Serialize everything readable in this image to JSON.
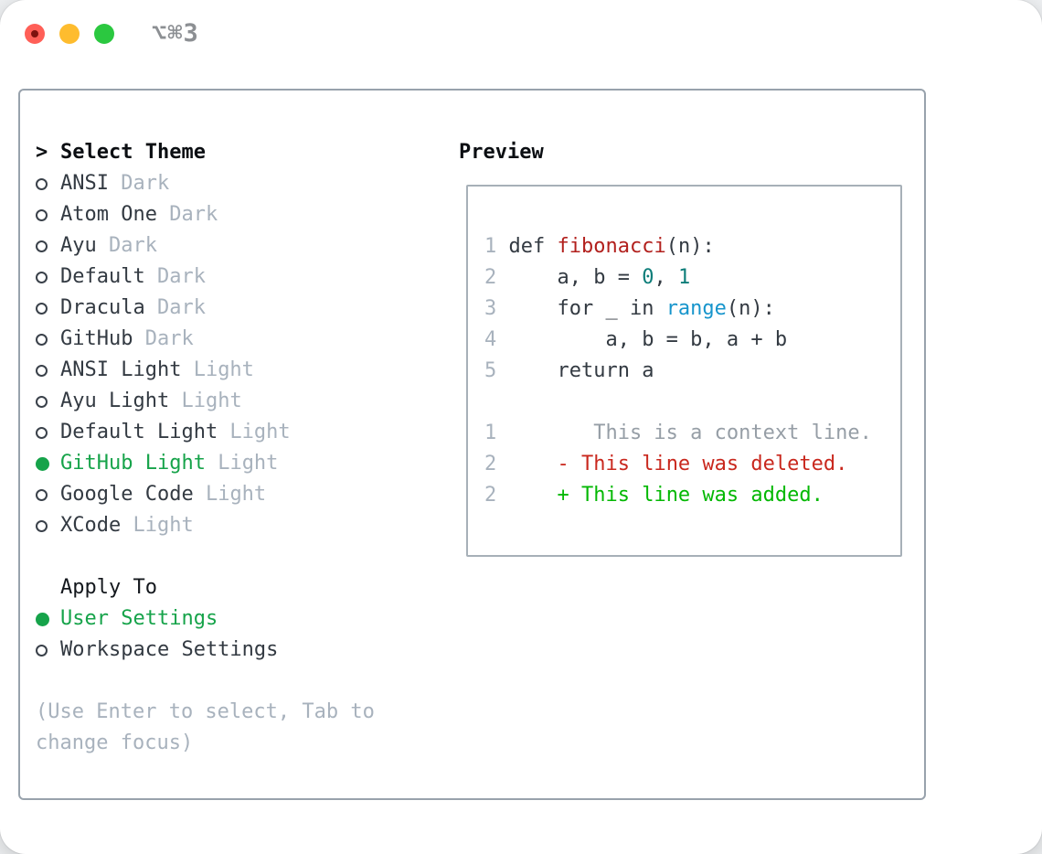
{
  "window": {
    "title": "⌥⌘3"
  },
  "colors": {
    "accent_green": "#16a34a",
    "traffic_red": "#ff5f57",
    "traffic_yellow": "#febc2e",
    "traffic_green": "#2bc840",
    "linenum": "#a8b2bd",
    "code": "#333a42",
    "func": "#b2201d",
    "number": "#0c7d79",
    "builtin": "#1795cc",
    "context": "#969ea6",
    "removed": "#c9281e",
    "added": "#04b804"
  },
  "select_theme": {
    "marker": ">",
    "title": "Select Theme"
  },
  "themes": [
    {
      "name": "ANSI",
      "variant": "Dark",
      "selected": false
    },
    {
      "name": "Atom One",
      "variant": "Dark",
      "selected": false
    },
    {
      "name": "Ayu",
      "variant": "Dark",
      "selected": false
    },
    {
      "name": "Default",
      "variant": "Dark",
      "selected": false
    },
    {
      "name": "Dracula",
      "variant": "Dark",
      "selected": false
    },
    {
      "name": "GitHub",
      "variant": "Dark",
      "selected": false
    },
    {
      "name": "ANSI Light",
      "variant": "Light",
      "selected": false
    },
    {
      "name": "Ayu Light",
      "variant": "Light",
      "selected": false
    },
    {
      "name": "Default Light",
      "variant": "Light",
      "selected": false
    },
    {
      "name": "GitHub Light",
      "variant": "Light",
      "selected": true
    },
    {
      "name": "Google Code",
      "variant": "Light",
      "selected": false
    },
    {
      "name": "XCode",
      "variant": "Light",
      "selected": false
    }
  ],
  "apply_to": {
    "title": "Apply To",
    "options": [
      {
        "label": "User Settings",
        "selected": true
      },
      {
        "label": "Workspace Settings",
        "selected": false
      }
    ]
  },
  "hint": "(Use Enter to select, Tab to change focus)",
  "preview": {
    "title": "Preview",
    "lines": [
      [
        [
          "1 ",
          "linenum"
        ],
        [
          "def ",
          "code"
        ],
        [
          "fibonacci",
          "func"
        ],
        [
          "(n):",
          "code"
        ]
      ],
      [
        [
          "2 ",
          "linenum"
        ],
        [
          "    a, b = ",
          "code"
        ],
        [
          "0",
          "number"
        ],
        [
          ", ",
          "code"
        ],
        [
          "1",
          "number"
        ]
      ],
      [
        [
          "3 ",
          "linenum"
        ],
        [
          "    for _ in ",
          "code"
        ],
        [
          "range",
          "builtin"
        ],
        [
          "(n):",
          "code"
        ]
      ],
      [
        [
          "4 ",
          "linenum"
        ],
        [
          "        a, b = b, a + b",
          "code"
        ]
      ],
      [
        [
          "5 ",
          "linenum"
        ],
        [
          "    return a",
          "code"
        ]
      ],
      [],
      [
        [
          "1",
          "linenum"
        ],
        [
          "        This is a context line.",
          "context"
        ]
      ],
      [
        [
          "2",
          "linenum"
        ],
        [
          "     ",
          "code"
        ],
        [
          "- This line was deleted.",
          "removed"
        ]
      ],
      [
        [
          "2",
          "linenum"
        ],
        [
          "     ",
          "code"
        ],
        [
          "+ This line was added.",
          "added"
        ]
      ]
    ]
  }
}
